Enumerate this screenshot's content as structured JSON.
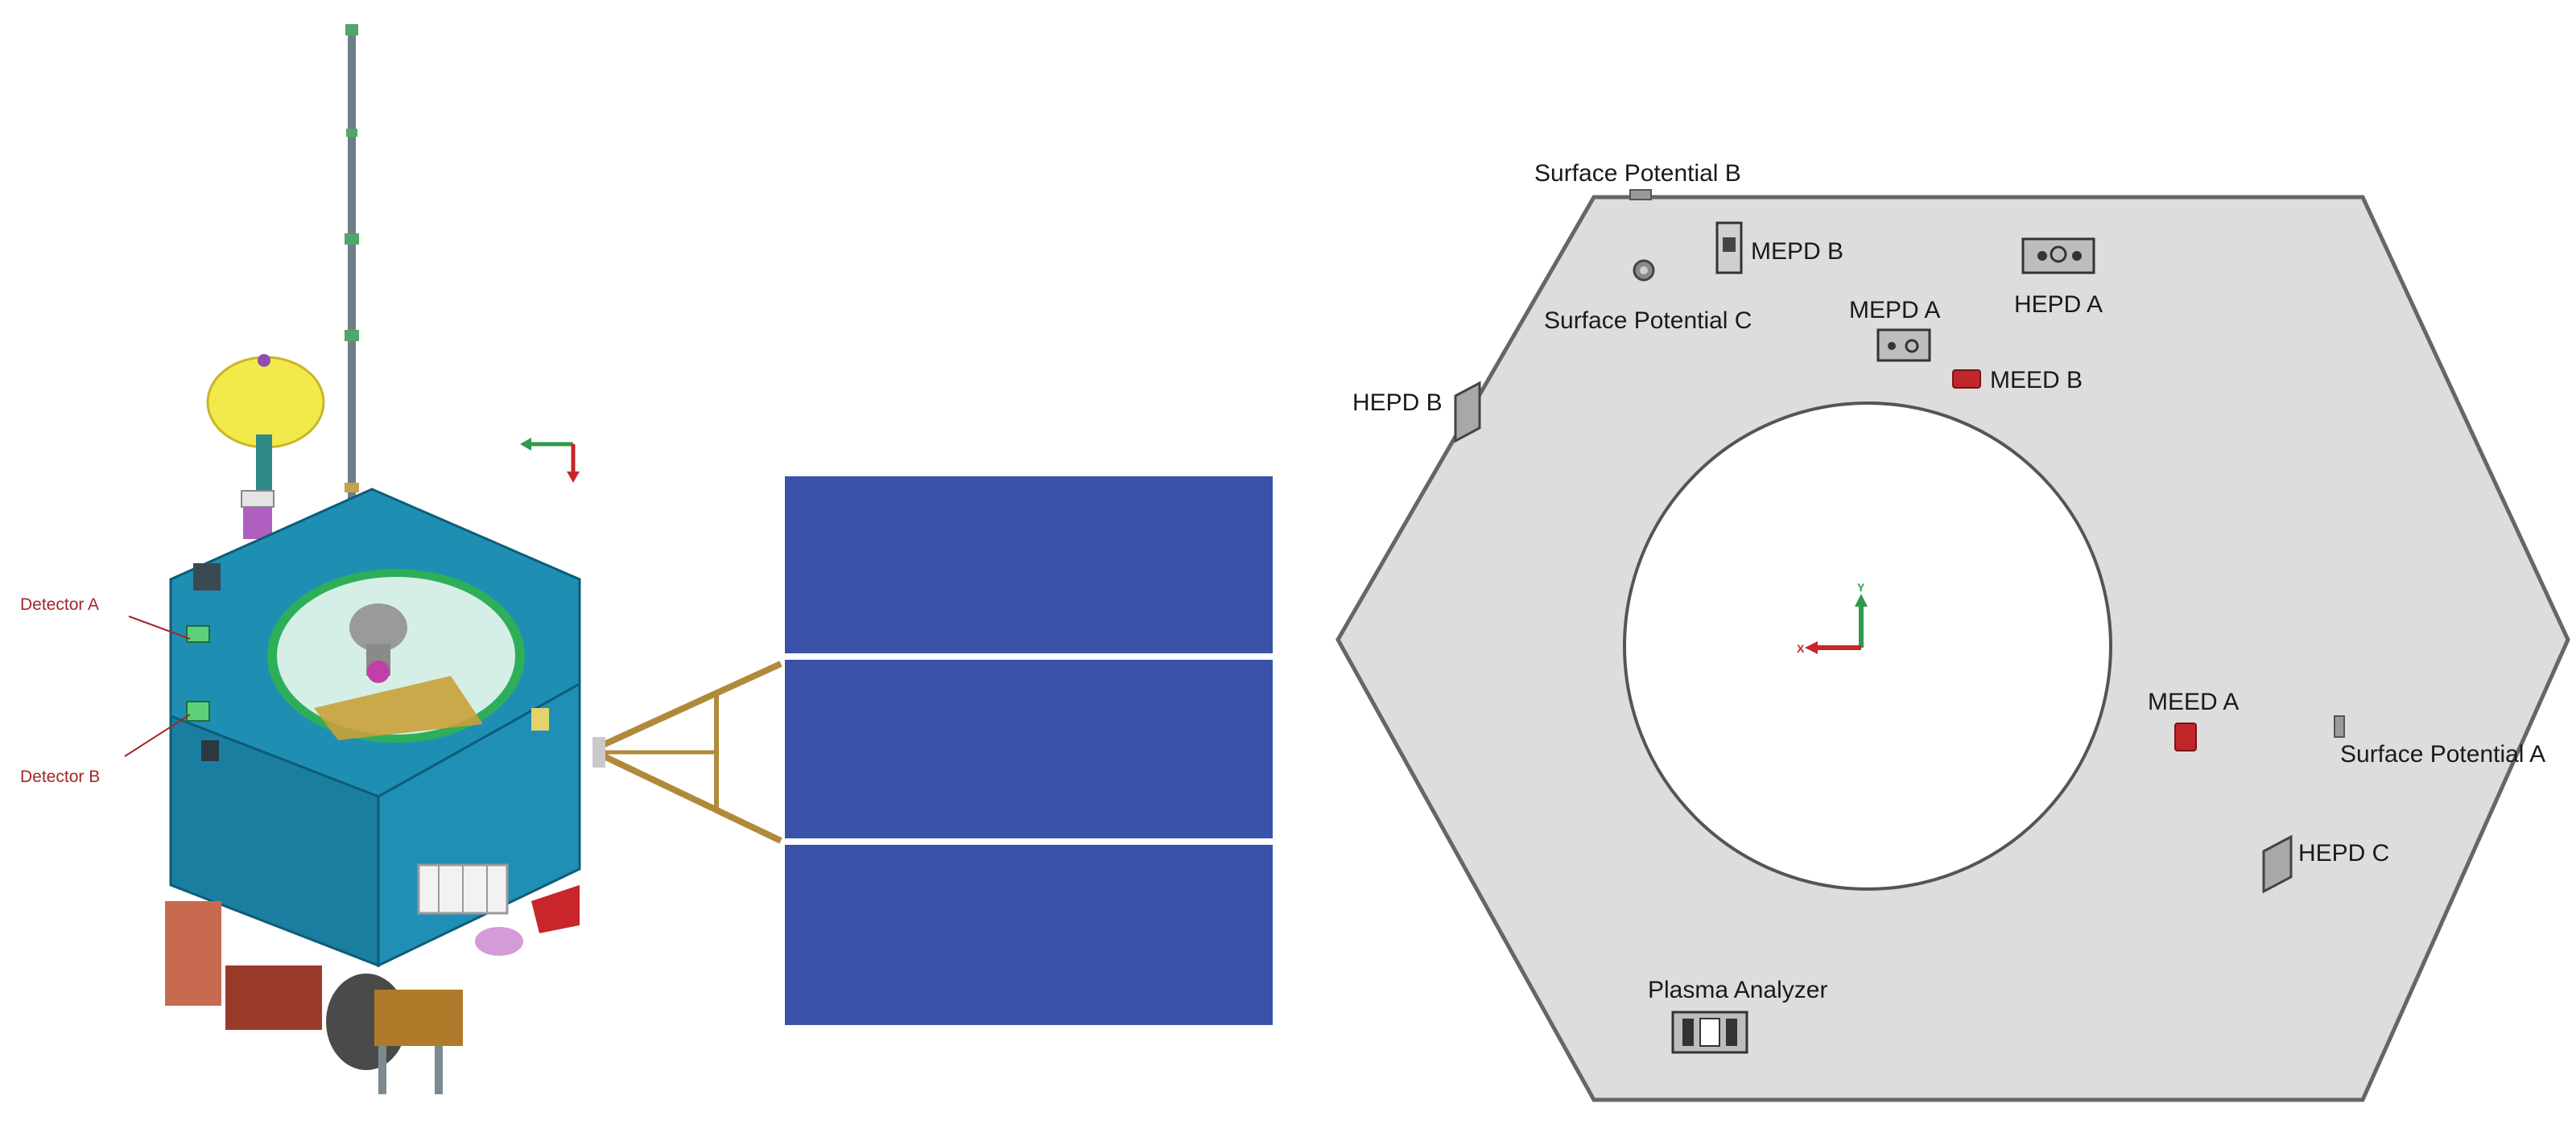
{
  "left_labels": {
    "detector_a": "Detector A",
    "detector_b": "Detector B"
  },
  "right_labels": {
    "surface_potential_a": "Surface Potential A",
    "surface_potential_b": "Surface Potential B",
    "surface_potential_c": "Surface Potential C",
    "mepd_a": "MEPD A",
    "mepd_b": "MEPD B",
    "hepd_a": "HEPD A",
    "hepd_b": "HEPD B",
    "hepd_c": "HEPD C",
    "meed_a": "MEED A",
    "meed_b": "MEED B",
    "plasma_analyzer": "Plasma Analyzer"
  },
  "axes": {
    "y": "Y",
    "x": "X"
  },
  "colors": {
    "body_blue": "#1e8fb3",
    "solar_panel": "#3a52a8",
    "boom_gold": "#b08a3a",
    "dish_yellow": "#f2ea4a",
    "deck_grey": "#dddddd",
    "meed_red": "#c0262a",
    "label_red": "#a3262a"
  }
}
